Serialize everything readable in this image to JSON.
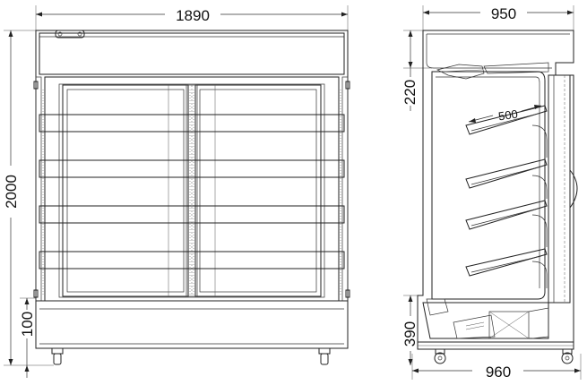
{
  "dimensions": {
    "front_width": "1890",
    "total_height": "2000",
    "base_height": "100",
    "side_depth_top": "950",
    "side_depth_bottom": "960",
    "canopy_height": "220",
    "lower_section_height": "390",
    "shelf_depth": "500"
  }
}
